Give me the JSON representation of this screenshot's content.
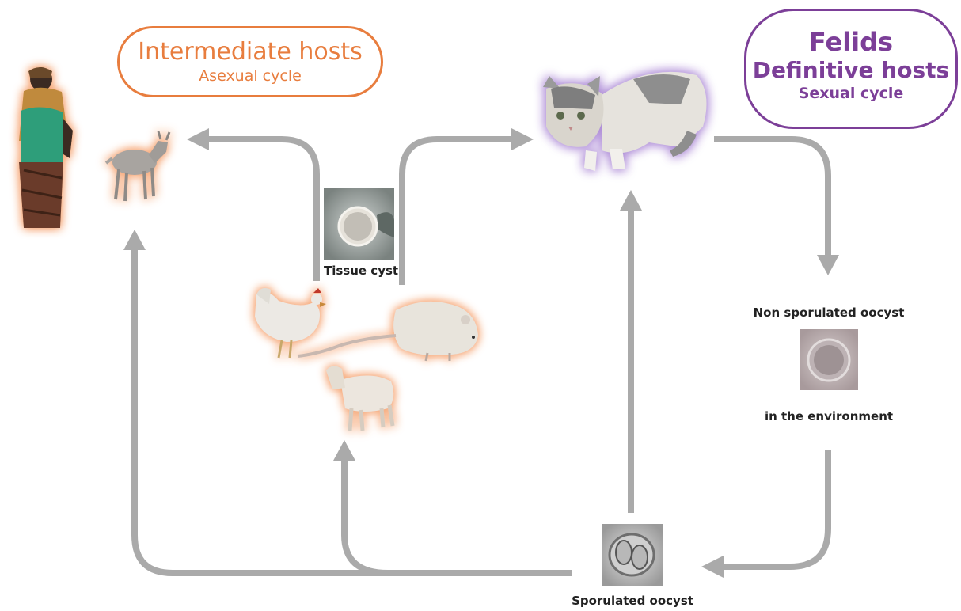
{
  "intermediate": {
    "title": "Intermediate hosts",
    "subtitle": "Asexual cycle"
  },
  "definitive": {
    "title": "Felids",
    "subtitle": "Definitive hosts",
    "note": "Sexual cycle"
  },
  "captions": {
    "tissue_cyst": "Tissue cyst",
    "non_sporulated": "Non sporulated oocyst",
    "environment": "in the environment",
    "sporulated": "Sporulated oocyst"
  },
  "colors": {
    "intermediate": "#e87d3e",
    "definitive": "#7c3f98",
    "arrow": "#aaaaaa",
    "intermediate_glow": "#f6b48a",
    "definitive_glow": "#b59ad6"
  },
  "icons": [
    "human-figure",
    "deer-icon",
    "cat-icon",
    "chicken-icon",
    "rat-icon",
    "sheep-icon",
    "tissue-cyst-micrograph",
    "non-sporulated-oocyst-micrograph",
    "sporulated-oocyst-micrograph"
  ]
}
